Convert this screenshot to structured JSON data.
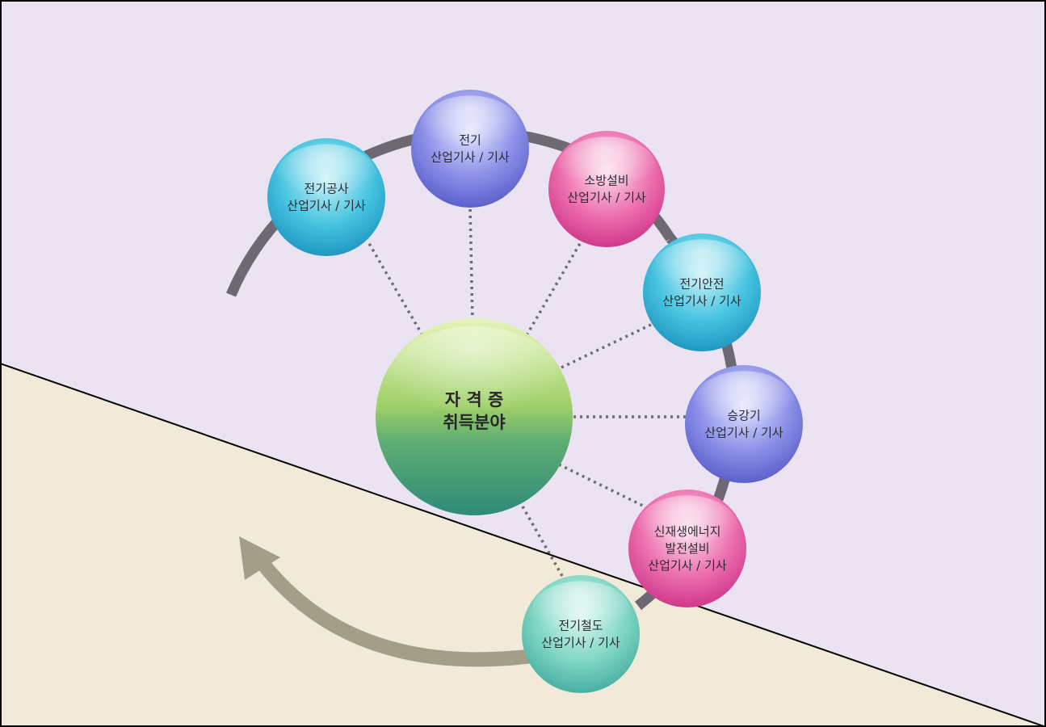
{
  "center": {
    "lines": [
      "자 격 증",
      "취득분야"
    ],
    "color": "#7fbf6a"
  },
  "nodes": [
    {
      "id": "electrical-construction",
      "lines": [
        "전기공사",
        "산업기사 / 기사"
      ],
      "color": "#2bb0cf"
    },
    {
      "id": "electrical",
      "lines": [
        "전기",
        "산업기사 / 기사"
      ],
      "color": "#7b7fe0"
    },
    {
      "id": "fire-protection",
      "lines": [
        "소방설비",
        "산업기사 / 기사"
      ],
      "color": "#e0549e"
    },
    {
      "id": "electrical-safety",
      "lines": [
        "전기안전",
        "산업기사 / 기사"
      ],
      "color": "#2bb0cf"
    },
    {
      "id": "elevator",
      "lines": [
        "승강기",
        "산업기사 / 기사"
      ],
      "color": "#7b7fe0"
    },
    {
      "id": "renewable-energy",
      "lines": [
        "신재생에너지",
        "발전설비",
        "산업기사 / 기사"
      ],
      "color": "#e0549e"
    },
    {
      "id": "electric-railway",
      "lines": [
        "전기철도",
        "산업기사 / 기사"
      ],
      "color": "#5fc6b4"
    }
  ],
  "colors": {
    "background_top": "#ebe3f2",
    "background_bottom": "#f1ead8",
    "ring": "#6e6872",
    "arrow": "#a39e88",
    "connector": "#6f6a72"
  }
}
